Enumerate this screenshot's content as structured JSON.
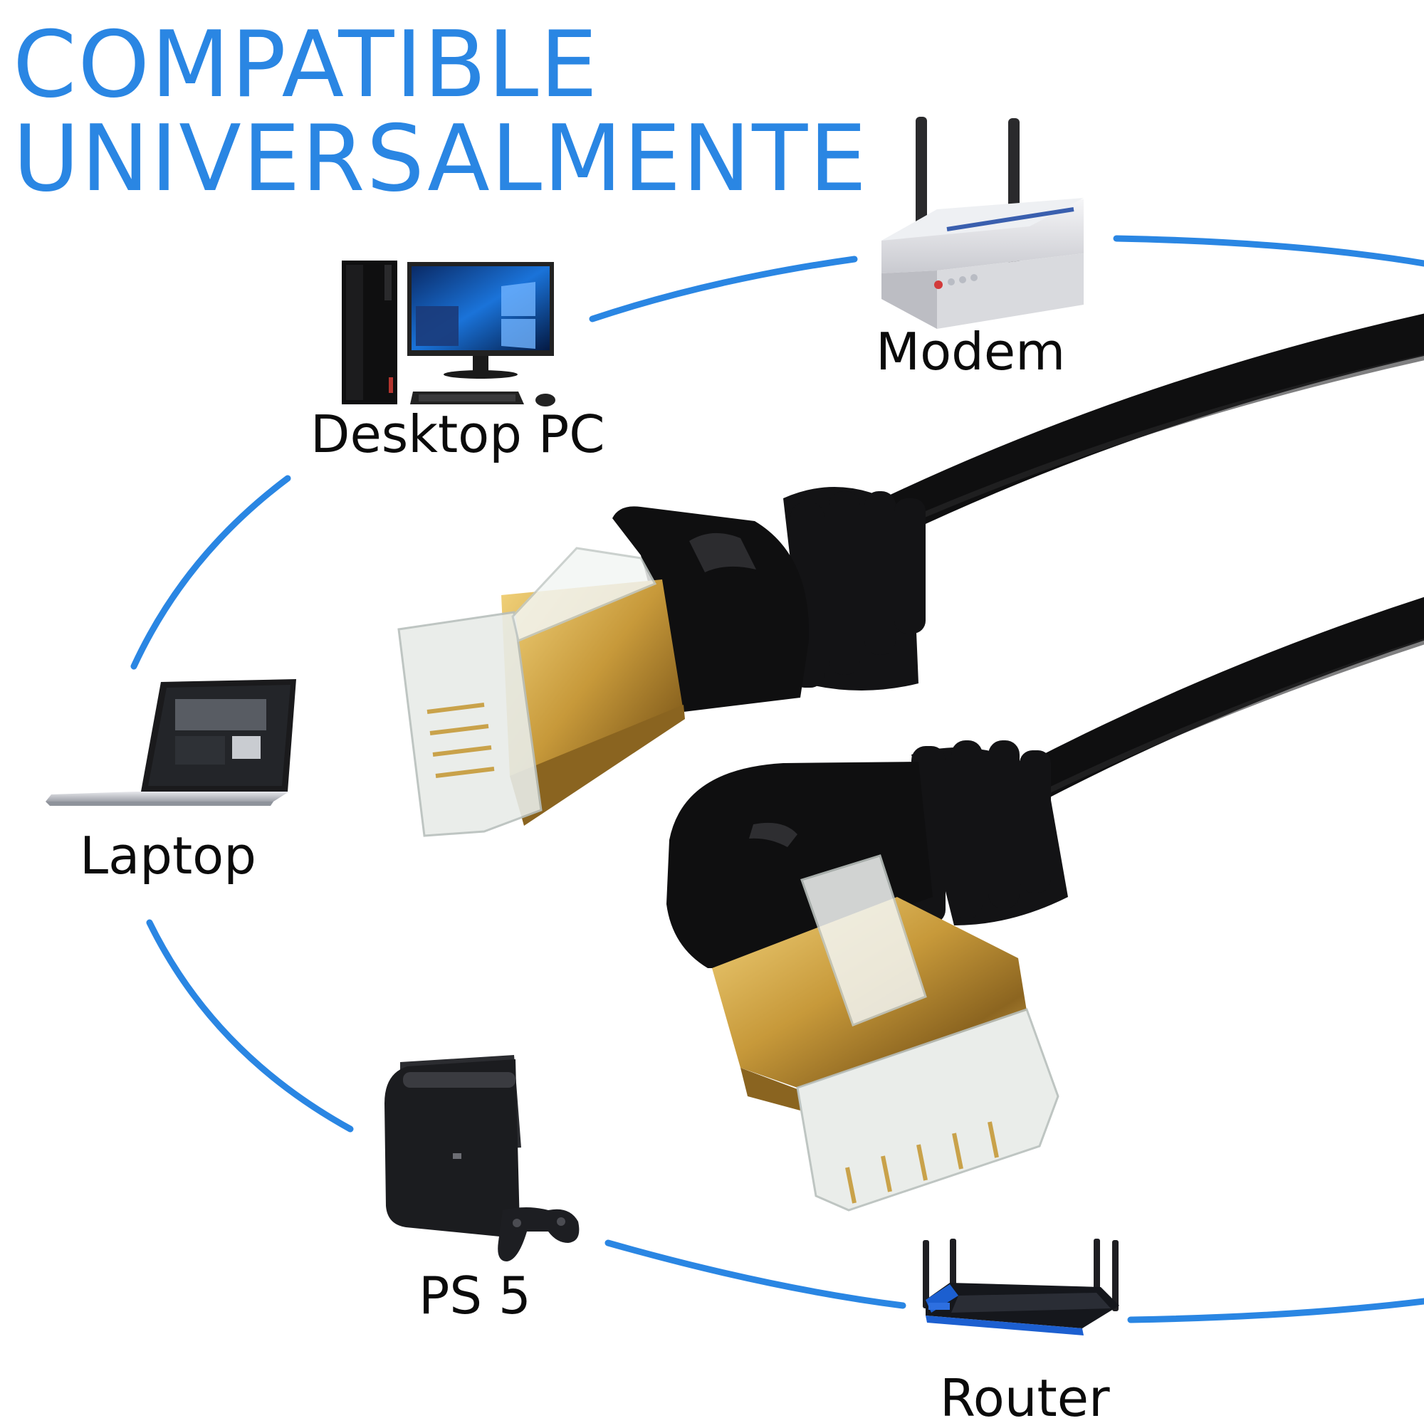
{
  "headline": {
    "line1": "COMPATIBLE",
    "line2": "UNIVERSALMENTE"
  },
  "devices": {
    "modem": "Modem",
    "desktop": "Desktop PC",
    "laptop": "Laptop",
    "ps5": "PS 5",
    "router": "Router"
  },
  "colors": {
    "accent": "#2a86e3",
    "connector_gold": "#c9a24a",
    "cable_black": "#111111",
    "router_blue": "#1c5fd0"
  }
}
